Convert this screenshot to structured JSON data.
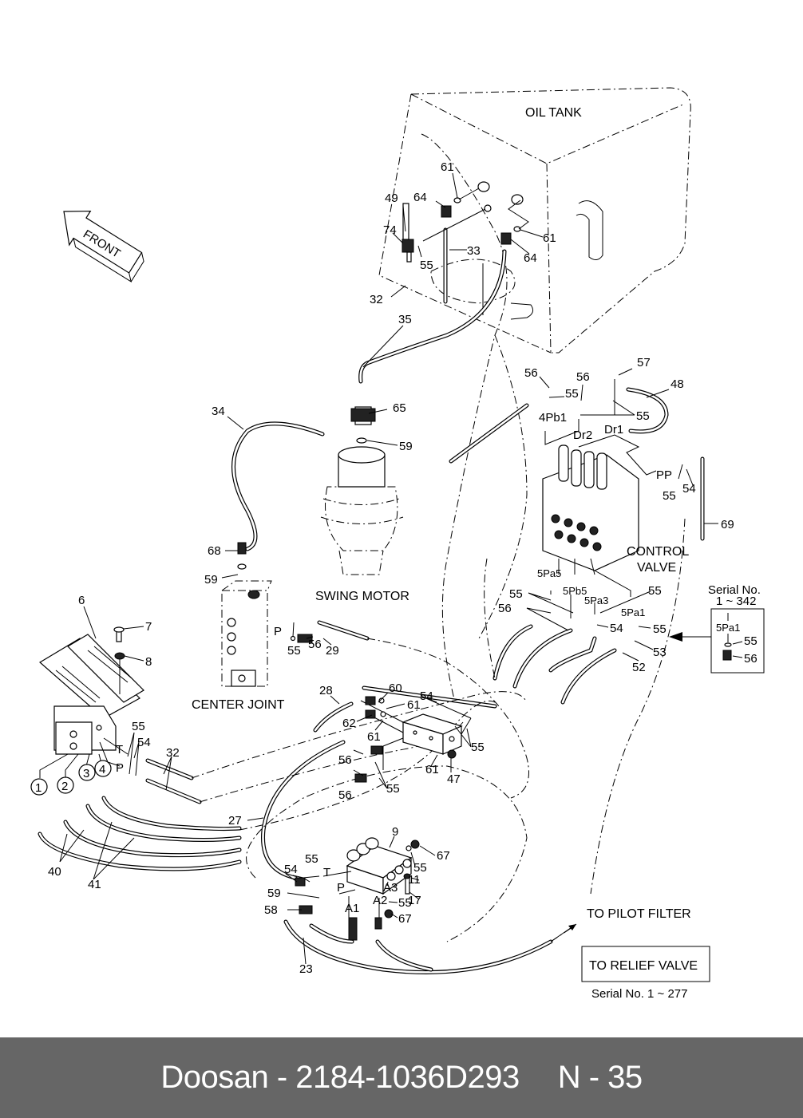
{
  "diagram": {
    "title_labels": {
      "oil_tank": "OIL TANK",
      "front": "FRONT",
      "swing_motor": "SWING MOTOR",
      "center_joint": "CENTER JOINT",
      "control_valve_line1": "CONTROL",
      "control_valve_line2": "VALVE",
      "to_pilot_filter": "TO PILOT FILTER",
      "to_relief_valve": "TO RELIEF VALVE",
      "serial_relief": "Serial No. 1 ~ 277",
      "serial_inset_line1": "Serial No.",
      "serial_inset_line2": "1 ~ 342"
    },
    "port_labels": {
      "p4pb1": "4Pb1",
      "dr2": "Dr2",
      "dr1": "Dr1",
      "pp": "PP",
      "p5pa5": "5Pa5",
      "p5pb5": "5Pb5",
      "p5pa3": "5Pa3",
      "p5pa1": "5Pa1",
      "inset_5pa1": "5Pa1",
      "cj_p": "P",
      "pedal_t": "T",
      "pedal_p": "P",
      "valve_t": "T",
      "valve_p": "P",
      "a1": "A1",
      "a2": "A2",
      "a3": "A3"
    },
    "circled_ports": [
      "1",
      "2",
      "3",
      "4"
    ],
    "callouts": [
      {
        "id": "c61a",
        "text": "61"
      },
      {
        "id": "c49",
        "text": "49"
      },
      {
        "id": "c64a",
        "text": "64"
      },
      {
        "id": "c74",
        "text": "74"
      },
      {
        "id": "c55a",
        "text": "55"
      },
      {
        "id": "c33",
        "text": "33"
      },
      {
        "id": "c61b",
        "text": "61"
      },
      {
        "id": "c64b",
        "text": "64"
      },
      {
        "id": "c32a",
        "text": "32"
      },
      {
        "id": "c35",
        "text": "35"
      },
      {
        "id": "c34",
        "text": "34"
      },
      {
        "id": "c65",
        "text": "65"
      },
      {
        "id": "c59a",
        "text": "59"
      },
      {
        "id": "c56a",
        "text": "56"
      },
      {
        "id": "c56b",
        "text": "56"
      },
      {
        "id": "c55b",
        "text": "55"
      },
      {
        "id": "c57",
        "text": "57"
      },
      {
        "id": "c48",
        "text": "48"
      },
      {
        "id": "c55c",
        "text": "55"
      },
      {
        "id": "c55d",
        "text": "55"
      },
      {
        "id": "c54a",
        "text": "54"
      },
      {
        "id": "c69",
        "text": "69"
      },
      {
        "id": "c68",
        "text": "68"
      },
      {
        "id": "c59b",
        "text": "59"
      },
      {
        "id": "c55e",
        "text": "55"
      },
      {
        "id": "c56c",
        "text": "56"
      },
      {
        "id": "c29",
        "text": "29"
      },
      {
        "id": "c55f",
        "text": "55"
      },
      {
        "id": "c56d",
        "text": "56"
      },
      {
        "id": "c55g",
        "text": "55"
      },
      {
        "id": "c54b",
        "text": "54"
      },
      {
        "id": "c55h",
        "text": "55"
      },
      {
        "id": "c53",
        "text": "53"
      },
      {
        "id": "c52",
        "text": "52"
      },
      {
        "id": "c55i",
        "text": "55"
      },
      {
        "id": "c56e",
        "text": "56"
      },
      {
        "id": "c6",
        "text": "6"
      },
      {
        "id": "c7",
        "text": "7"
      },
      {
        "id": "c8",
        "text": "8"
      },
      {
        "id": "c55j",
        "text": "55"
      },
      {
        "id": "c54c",
        "text": "54"
      },
      {
        "id": "c32b",
        "text": "32"
      },
      {
        "id": "c40",
        "text": "40"
      },
      {
        "id": "c41",
        "text": "41"
      },
      {
        "id": "c28",
        "text": "28"
      },
      {
        "id": "c60",
        "text": "60"
      },
      {
        "id": "c61c",
        "text": "61"
      },
      {
        "id": "c62",
        "text": "62"
      },
      {
        "id": "c61d",
        "text": "61"
      },
      {
        "id": "c54d",
        "text": "54"
      },
      {
        "id": "c55k",
        "text": "55"
      },
      {
        "id": "c56f",
        "text": "56"
      },
      {
        "id": "c56g",
        "text": "56"
      },
      {
        "id": "c55l",
        "text": "55"
      },
      {
        "id": "c61e",
        "text": "61"
      },
      {
        "id": "c47",
        "text": "47"
      },
      {
        "id": "c27",
        "text": "27"
      },
      {
        "id": "c9",
        "text": "9"
      },
      {
        "id": "c67a",
        "text": "67"
      },
      {
        "id": "c55m",
        "text": "55"
      },
      {
        "id": "c54e",
        "text": "54"
      },
      {
        "id": "c55n",
        "text": "55"
      },
      {
        "id": "c11",
        "text": "11"
      },
      {
        "id": "c17",
        "text": "17"
      },
      {
        "id": "c55o",
        "text": "55"
      },
      {
        "id": "c67b",
        "text": "67"
      },
      {
        "id": "c59c",
        "text": "59"
      },
      {
        "id": "c58",
        "text": "58"
      },
      {
        "id": "c23",
        "text": "23"
      }
    ]
  },
  "footer": {
    "brand": "Doosan",
    "separator": "-",
    "part_number": "2184-1036D293",
    "page": "N - 35"
  }
}
